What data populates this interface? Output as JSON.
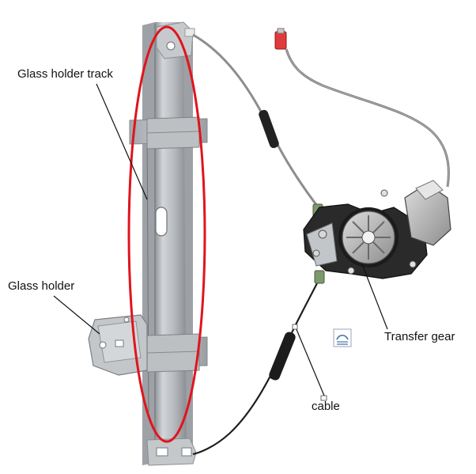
{
  "labels": {
    "glass_holder_track": "Glass holder track",
    "glass_holder": "Glass holder",
    "transfer_gear": "Transfer gear",
    "cable": "cable"
  },
  "colors": {
    "highlight_ellipse": "#e0141e",
    "rail_metal": "#b9bcc0",
    "motor_dark": "#1c1c1c",
    "cable_wire": "#222222",
    "leader_line": "#111111"
  },
  "icons": {
    "embedded_object": "picture-placeholder-icon"
  }
}
